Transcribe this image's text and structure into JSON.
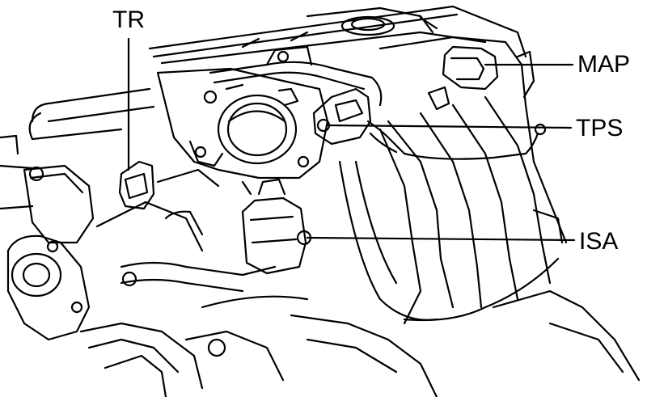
{
  "labels": {
    "tr": "TR",
    "map": "MAP",
    "tps": "TPS",
    "isa": "ISA"
  },
  "colors": {
    "ink": "#000000",
    "paper": "#ffffff"
  }
}
